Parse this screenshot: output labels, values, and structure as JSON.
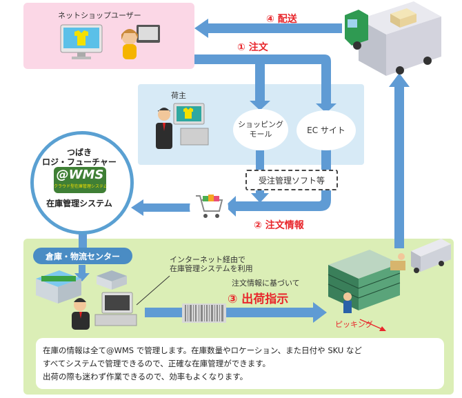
{
  "user_box": {
    "title": "ネットショップユーザー"
  },
  "shipper_box": {
    "title": "荷主"
  },
  "channels": {
    "mall": [
      "ショッピング",
      "モール"
    ],
    "ec": "EC サイト"
  },
  "order_software": "受注管理ソフト等",
  "wms": {
    "line1": "つばき",
    "line2": "ロジ・フューチャー",
    "logo": "@WMS",
    "logo_sub": "クラウド型在庫管理システム",
    "caption": "在庫管理システム"
  },
  "warehouse": {
    "label": "倉庫・物流センター",
    "internet_note": [
      "インターネット経由で",
      "在庫管理システムを利用"
    ],
    "based_on": "注文情報に基づいて",
    "picking": "ピッキング"
  },
  "steps": {
    "order": "① 注文",
    "order_info": "② 注文情報",
    "ship_instruction": "③ 出荷指示",
    "delivery": "④ 配送"
  },
  "note": {
    "lines": [
      "在庫の情報は全て@WMS で管理します。在庫数量やロケーション、また日付や SKU など",
      "すべてシステムで管理できるので、正確な在庫管理ができます。",
      "出荷の際も迷わず作業できるので、効率もよくなります。"
    ]
  },
  "colors": {
    "arrow": "#5f9bd4",
    "step_red": "#e8262b",
    "user_bg": "#fbd7e6",
    "shipper_bg": "#d7eaf6",
    "warehouse_bg": "#dbeeb6"
  },
  "icons": [
    "monitor-shirt-icon",
    "user-at-computer-icon",
    "delivery-truck-icon",
    "businessman-computer-icon",
    "shopping-cart-icon",
    "warehouse-building-icon",
    "staff-computer-icon",
    "barcode-icon",
    "picking-shelves-icon",
    "forklift-truck-icon"
  ]
}
